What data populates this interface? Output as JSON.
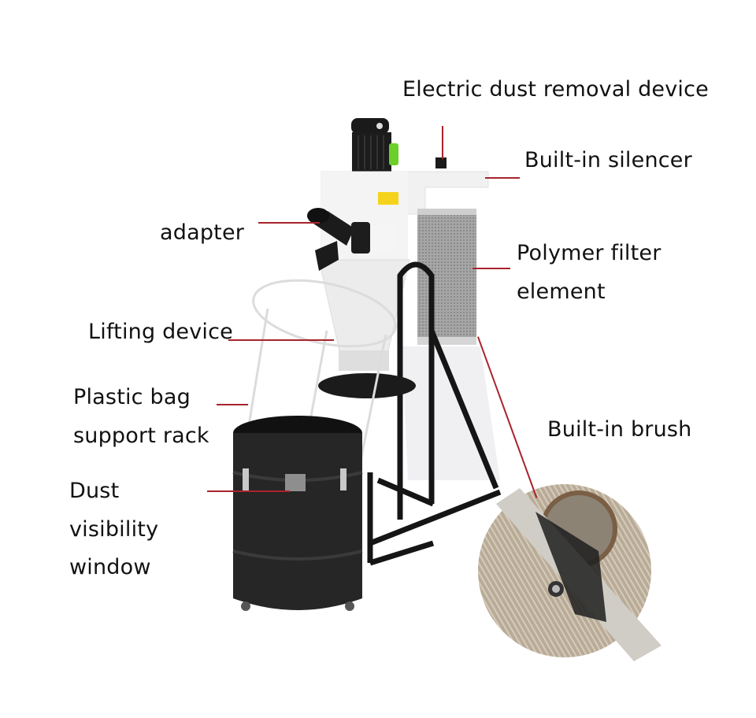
{
  "figure": {
    "title": "Cyclone dust collector with labeled components",
    "accent_color": "#a8242c",
    "labels": {
      "electric_dust_removal": "Electric dust removal device",
      "silencer": "Built-in silencer",
      "adapter": "adapter",
      "filter_line1": "Polymer filter",
      "filter_line2": "element",
      "lifting": "Lifting device",
      "rack_line1": "Plastic bag",
      "rack_line2": "support rack",
      "brush": "Built-in brush",
      "window_line1": "Dust",
      "window_line2": "visibility",
      "window_line3": "window"
    }
  }
}
